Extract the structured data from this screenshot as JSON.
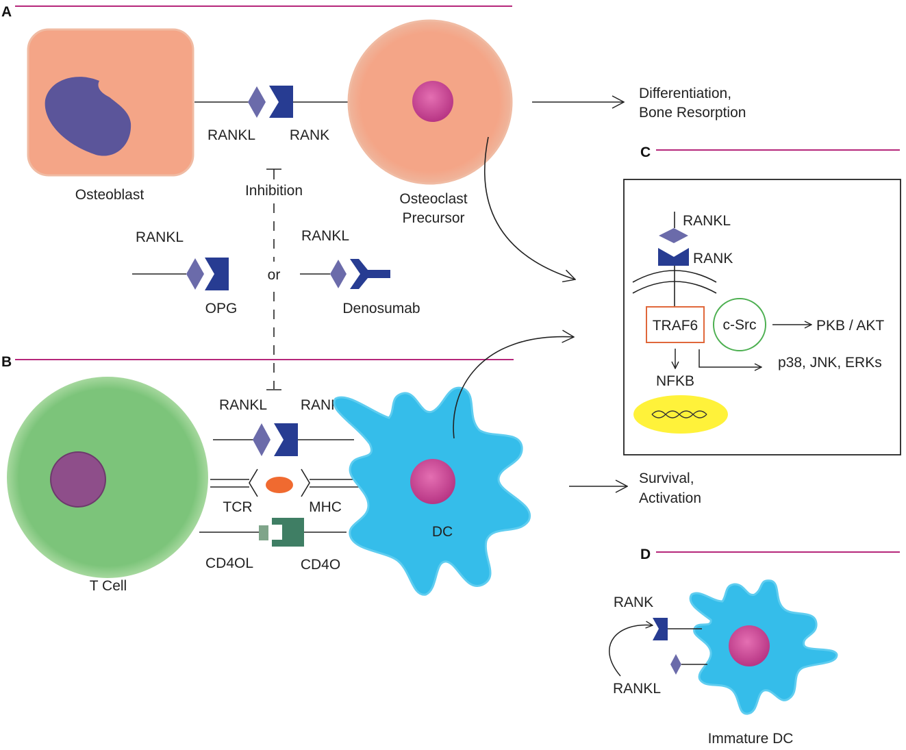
{
  "panels": {
    "a": "A",
    "b": "B",
    "c": "C",
    "d": "D"
  },
  "colors": {
    "rule": "#b5267a",
    "osteo": "#f4a587",
    "nucleus_dark": "#5b559a",
    "nucleus_pink": "#c23e8e",
    "tcell": "#7cc47a",
    "tcell_nucleus": "#8e4e8a",
    "dc": "#35bdea",
    "dc_nucleus": "#df5aa2",
    "rank_blue": "#273c92",
    "rankl_purple": "#6b6baa",
    "cd40": "#3f7e64",
    "cd40l": "#7fa58a",
    "mhc_orange": "#f06a30",
    "traf6_box": "#e0673a",
    "csrc_circle": "#4caf50",
    "dna_yellow": "#fff23a"
  },
  "panel_a": {
    "osteoblast": "Osteoblast",
    "osteoclast_line1": "Osteoclast",
    "osteoclast_line2": "Precursor",
    "rankl": "RANKL",
    "rank": "RANK",
    "outcome_line1": "Differentiation,",
    "outcome_line2": "Bone Resorption",
    "inhibition": "Inhibition",
    "or": "or",
    "rankl_opg": "RANKL",
    "opg": "OPG",
    "rankl_deno": "RANKL",
    "denosumab": "Denosumab"
  },
  "panel_b": {
    "rankl": "RANKL",
    "rank": "RANK",
    "tcr": "TCR",
    "mhc": "MHC",
    "cd40l": "CD4OL",
    "cd40": "CD4O",
    "tcell": "T Cell",
    "dc": "DC",
    "outcome_line1": "Survival,",
    "outcome_line2": "Activation"
  },
  "panel_c": {
    "rankl": "RANKL",
    "rank": "RANK",
    "traf6": "TRAF6",
    "csrc": "c-Src",
    "pkb": "PKB / AKT",
    "mapk": "p38, JNK, ERKs",
    "nfkb": "NFKB"
  },
  "panel_d": {
    "rank": "RANK",
    "rankl": "RANKL",
    "immature_dc": "Immature DC"
  }
}
